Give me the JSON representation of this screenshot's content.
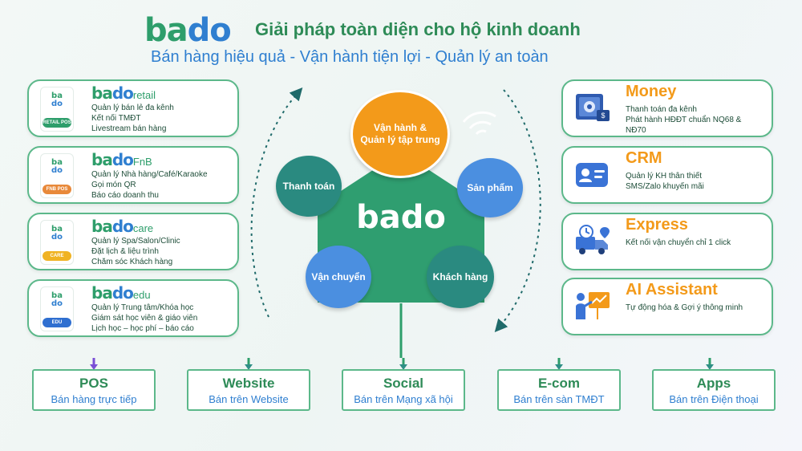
{
  "header": {
    "logo": {
      "part1": "ba",
      "part2": "do"
    },
    "title": "Giải pháp toàn diện cho hộ kinh doanh",
    "subtitle": "Bán hàng hiệu quả - Vận hành tiện lợi - Quản lý an toàn"
  },
  "products": [
    {
      "suffix": "retail",
      "badge": "RETAIL POS",
      "badge_color": "#2e9e6b",
      "lines": [
        "Quản lý bán lẻ đa kênh",
        "Kết nối TMĐT",
        "Livestream bán hàng"
      ]
    },
    {
      "suffix": "FnB",
      "badge": "FNB POS",
      "badge_color": "#e8893a",
      "lines": [
        "Quản lý Nhà hàng/Café/Karaoke",
        "Gọi món QR",
        "Báo cáo doanh thu"
      ]
    },
    {
      "suffix": "care",
      "badge": "CARE",
      "badge_color": "#f0b323",
      "lines": [
        "Quản lý Spa/Salon/Clinic",
        "Đặt lịch & liệu trình",
        "Chăm sóc Khách hàng"
      ]
    },
    {
      "suffix": "edu",
      "badge": "EDU",
      "badge_color": "#2f6fd0",
      "lines": [
        "Quản lý Trung tâm/Khóa học",
        "Giám sát học viên & giáo viên",
        "Lịch học – học phí – báo cáo"
      ]
    }
  ],
  "features": [
    {
      "title": "Money",
      "icon": "money-safe-icon",
      "lines": [
        "Thanh toán đa kênh",
        "Phát hành HĐĐT chuẩn NQ68 &",
        "NĐ70"
      ]
    },
    {
      "title": "CRM",
      "icon": "contact-card-icon",
      "lines": [
        "Quản lý KH thân thiết",
        "SMS/Zalo khuyến mãi"
      ]
    },
    {
      "title": "Express",
      "icon": "delivery-truck-icon",
      "lines": [
        "Kết nối vận chuyển chỉ 1 click"
      ]
    },
    {
      "title": "AI Assistant",
      "icon": "presenter-board-icon",
      "lines": [
        "Tự động hóa & Gợi ý thông minh"
      ]
    }
  ],
  "center": {
    "logo": "bado",
    "main": [
      "Vận hành &",
      "Quản lý tập trung"
    ],
    "payment": "Thanh toán",
    "product": "Sản phẩm",
    "shipping": "Vận chuyển",
    "customer": "Khách hàng"
  },
  "channels": [
    {
      "name": "POS",
      "desc": "Bán hàng trực tiếp"
    },
    {
      "name": "Website",
      "desc": "Bán trên Website"
    },
    {
      "name": "Social",
      "desc": "Bán trên Mạng xã hội"
    },
    {
      "name": "E-com",
      "desc": "Bán trên sàn TMĐT"
    },
    {
      "name": "Apps",
      "desc": "Bán trên Điện thoại"
    }
  ],
  "colors": {
    "brand_green": "#2e9e6b",
    "brand_blue": "#2f7fd0",
    "accent_orange": "#f39a1a",
    "teal": "#2a8a80",
    "purple_line": "#7a4fd6"
  }
}
